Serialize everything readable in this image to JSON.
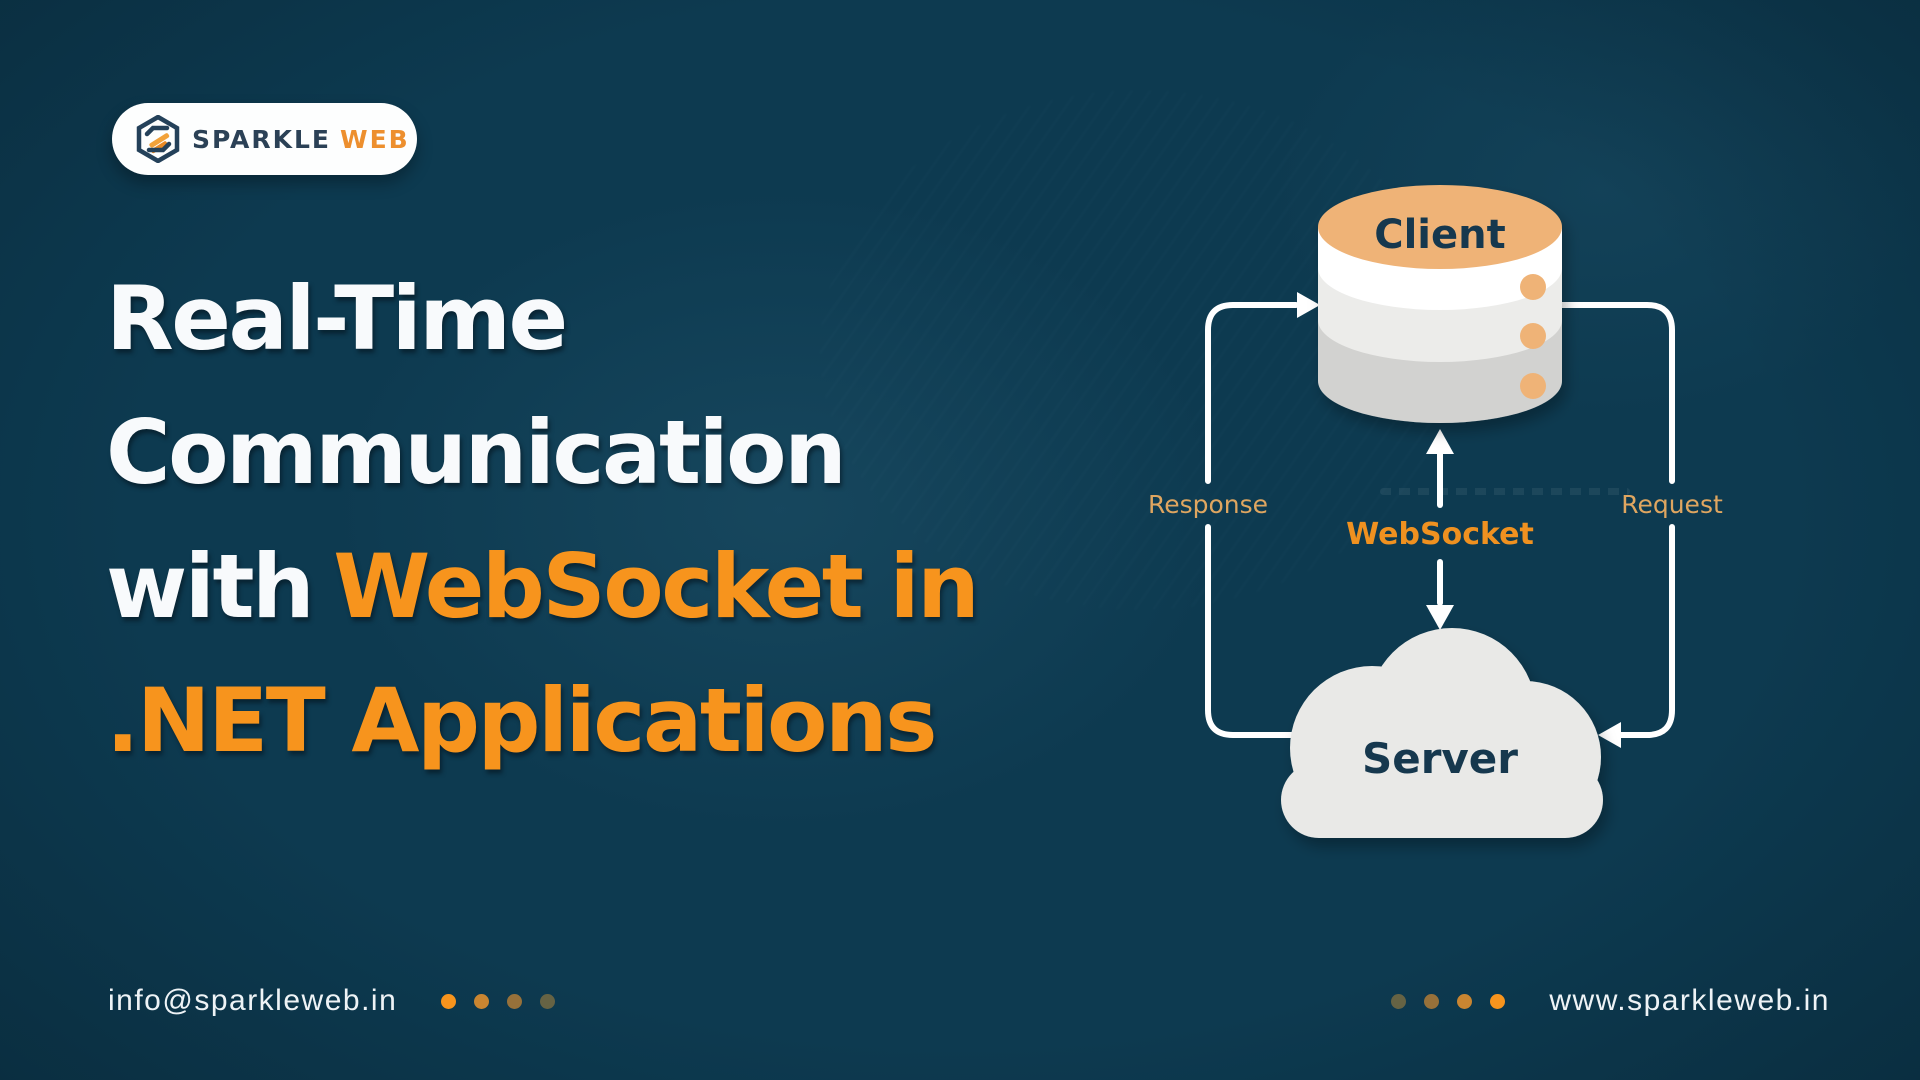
{
  "logo": {
    "brand_primary": "SPARKLE",
    "brand_secondary": "WEB"
  },
  "headline": {
    "line1": "Real-Time",
    "line2": "Communication",
    "line3_white": "with",
    "line3_orange": "WebSocket in",
    "line4": ".NET Applications"
  },
  "diagram": {
    "client_label": "Client",
    "server_label": "Server",
    "websocket_label": "WebSocket",
    "response_label": "Response",
    "request_label": "Request"
  },
  "footer": {
    "email": "info@sparkleweb.in",
    "website": "www.sparkleweb.in"
  },
  "colors": {
    "background": "#0d3a50",
    "accent_orange": "#f7941d",
    "cylinder_top_tan": "#efb377",
    "path_label_tan": "#dfa660",
    "navy_text": "#16384e",
    "cloud_gray": "#e9e9e7",
    "connector_white": "#ffffff",
    "footer_dot_fade": [
      "#f7941d",
      "#c98531",
      "#97713a",
      "#666344"
    ]
  }
}
